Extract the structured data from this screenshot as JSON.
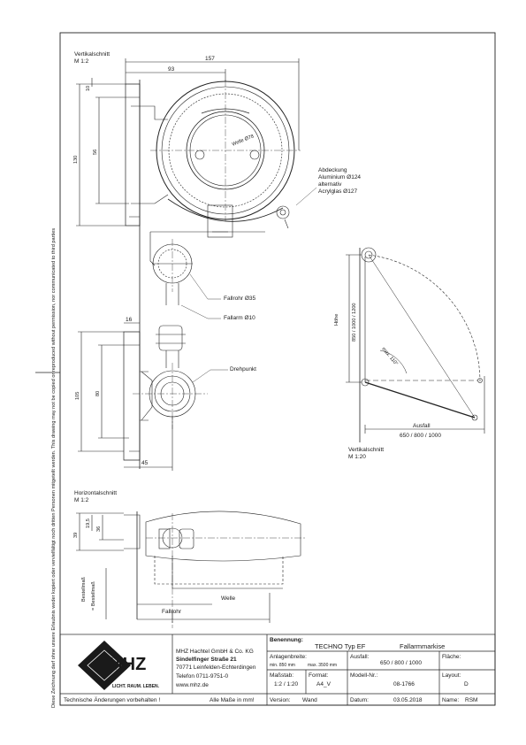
{
  "side_notice": "Diese Zeichnung darf ohne unsere Erlaubnis weder kopiert oder vervielfältigt noch dritten Personen mitgeteilt werden.    This drawing may not be copied or reproduced without permission, nor communicated to third parties",
  "views": {
    "vertical_section_top": {
      "title": "Vertikalschnitt",
      "scale": "M 1:2"
    },
    "vertical_section_small": {
      "title": "Vertikalschnitt",
      "scale": "M 1:20"
    },
    "horizontal_section": {
      "title": "Horizontalschnitt",
      "scale": "M 1:2"
    }
  },
  "dimensions": {
    "d157": "157",
    "d93": "93",
    "d10": "10",
    "d130": "130",
    "d56": "56",
    "d16": "16",
    "d105": "105",
    "d80": "80",
    "d45": "45",
    "d19_5": "19,5",
    "d36": "36",
    "d39": "39"
  },
  "callouts": {
    "welle": "Welle Ø78",
    "abdeckung_1": "Abdeckung",
    "abdeckung_2": "Aluminium Ø124",
    "abdeckung_3": "alternativ",
    "abdeckung_4": "Acrylglas Ø127",
    "fallrohr": "Fallrohr Ø35",
    "fallarm": "Fallarm Ø10",
    "drehpunkt": "Drehpunkt",
    "hoehe": "Höhe",
    "hoehe_values": "850 / 1000 / 1200",
    "winkel": "max. 110°",
    "ausfall": "Ausfall",
    "ausfall_values": "650 / 800 / 1000",
    "bestellmass_1": "Bestellmaß",
    "bestellmass_2": "= Bestellmaß",
    "fallrohr_h": "Fallrohr",
    "welle_h": "Welle"
  },
  "title_block": {
    "logo_text": "MHZ",
    "logo_tagline": "LICHT. RAUM. LEBEN.",
    "company_1": "MHZ Hachtel GmbH & Co. KG",
    "company_2": "Sindelfinger Straße 21",
    "company_3": "70771 Leinfelden-Echterdingen",
    "company_4": "Telefon 0711-9751-0",
    "company_5": "www.mhz.de",
    "benennung_label": "Benennung:",
    "benennung_value": "TECHNO  Typ EF",
    "benennung_desc": "Fallarmmarkise",
    "anlagenbreite_label": "Anlagenbreite:",
    "anlagenbreite_min": "min. 850 mm",
    "anlagenbreite_max": "max. 3500 mm",
    "ausfall_label": "Ausfall:",
    "ausfall_value": "650 / 800 / 1000",
    "flaeche_label": "Fläche:",
    "massstab_label": "Maßstab:",
    "massstab_value": "1:2 / 1:20",
    "format_label": "Format:",
    "format_value": "A4_V",
    "modell_label": "Modell-Nr.:",
    "modell_value": "08-1766",
    "layout_label": "Layout:",
    "layout_value": "D",
    "footer_left": "Technische Änderungen vorbehalten !",
    "footer_mid": "Alle Maße in mm!",
    "version_label": "Version:",
    "version_value": "Wand",
    "datum_label": "Datum:",
    "datum_value": "03.05.2018",
    "name_label": "Name:",
    "name_value": "RSM"
  }
}
